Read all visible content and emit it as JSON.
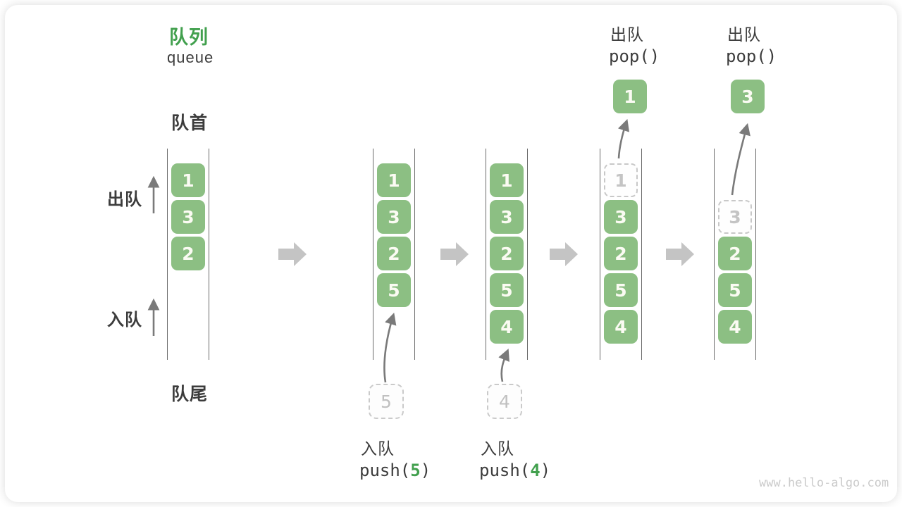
{
  "title": {
    "zh": "队列",
    "en": "queue"
  },
  "side_labels": {
    "front": "队首",
    "rear": "队尾",
    "dequeue": "出队",
    "enqueue": "入队"
  },
  "states": [
    {
      "name": "state-1",
      "boxes": [
        {
          "value": "1",
          "row": 0,
          "style": "solid"
        },
        {
          "value": "3",
          "row": 1,
          "style": "solid"
        },
        {
          "value": "2",
          "row": 2,
          "style": "solid"
        }
      ]
    },
    {
      "name": "state-2-after-push-5",
      "boxes": [
        {
          "value": "1",
          "row": 0,
          "style": "solid"
        },
        {
          "value": "3",
          "row": 1,
          "style": "solid"
        },
        {
          "value": "2",
          "row": 2,
          "style": "solid"
        },
        {
          "value": "5",
          "row": 3,
          "style": "solid"
        }
      ]
    },
    {
      "name": "state-3-after-push-4",
      "boxes": [
        {
          "value": "1",
          "row": 0,
          "style": "solid"
        },
        {
          "value": "3",
          "row": 1,
          "style": "solid"
        },
        {
          "value": "2",
          "row": 2,
          "style": "solid"
        },
        {
          "value": "5",
          "row": 3,
          "style": "solid"
        },
        {
          "value": "4",
          "row": 4,
          "style": "solid"
        }
      ]
    },
    {
      "name": "state-4-after-pop",
      "boxes": [
        {
          "value": "1",
          "row": 0,
          "style": "dashed"
        },
        {
          "value": "3",
          "row": 1,
          "style": "solid"
        },
        {
          "value": "2",
          "row": 2,
          "style": "solid"
        },
        {
          "value": "5",
          "row": 3,
          "style": "solid"
        },
        {
          "value": "4",
          "row": 4,
          "style": "solid"
        }
      ]
    },
    {
      "name": "state-5-after-pop",
      "boxes": [
        {
          "value": "3",
          "row": 1,
          "style": "dashed"
        },
        {
          "value": "2",
          "row": 2,
          "style": "solid"
        },
        {
          "value": "5",
          "row": 3,
          "style": "solid"
        },
        {
          "value": "4",
          "row": 4,
          "style": "solid"
        }
      ]
    }
  ],
  "staged_boxes": [
    {
      "value": "5"
    },
    {
      "value": "4"
    }
  ],
  "popped_boxes": [
    {
      "value": "1"
    },
    {
      "value": "3"
    }
  ],
  "operations": {
    "pushes": [
      {
        "label": "入队",
        "fn": "push(",
        "arg": "5",
        "close": ")"
      },
      {
        "label": "入队",
        "fn": "push(",
        "arg": "4",
        "close": ")"
      }
    ],
    "pops": [
      {
        "label": "出队",
        "code": "pop()"
      },
      {
        "label": "出队",
        "code": "pop()"
      }
    ]
  },
  "watermark": "www.hello-algo.com",
  "colors": {
    "box_green": "#8CBF83",
    "accent_green": "#42A04E",
    "text_dark": "#3C3C3C",
    "dashed_gray": "#C8C8C8",
    "flow_arrow_gray": "#C4C4C4",
    "thin_arrow_gray": "#7A7A7A",
    "watermark_gray": "#CBCBCB"
  }
}
